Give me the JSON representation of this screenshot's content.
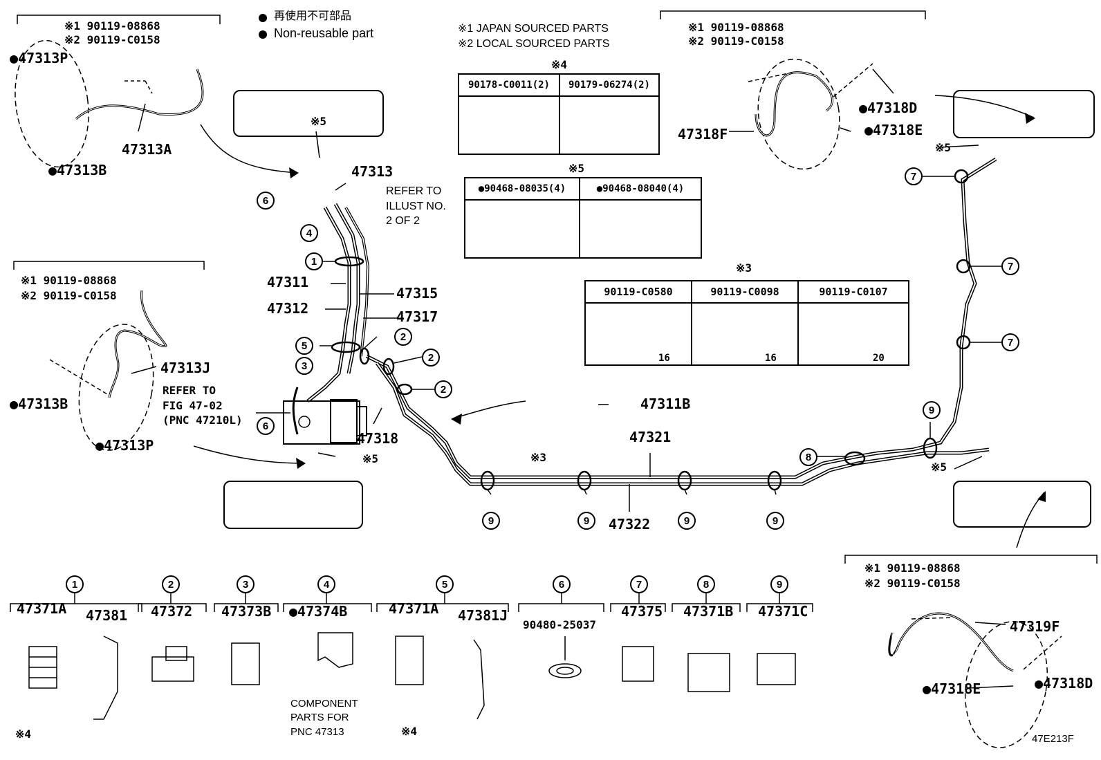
{
  "legend": {
    "non_reusable_jp": "再使用不可部品",
    "non_reusable_en": "Non-reusable part"
  },
  "source_notes": {
    "japan": "※1 JAPAN SOURCED PARTS",
    "local": "※2 LOCAL SOURCED PARTS"
  },
  "bolt_refs": {
    "j1": "※1 90119-08868",
    "l1": "※2 90119-C0158"
  },
  "markers": {
    "m3": "※3",
    "m4": "※4",
    "m5": "※5"
  },
  "table4": {
    "col1": "90178-C0011(2)",
    "col2": "90179-06274(2)"
  },
  "table5": {
    "col1": "●90468-08035(4)",
    "col2": "●90468-08040(4)"
  },
  "table3": {
    "col1": "90119-C0580",
    "col2": "90119-C0098",
    "col3": "90119-C0107",
    "dim1": "16",
    "dim2": "16",
    "dim3": "20"
  },
  "parts": {
    "p47313P": "●47313P",
    "p47313A": "47313A",
    "p47313B": "●47313B",
    "p47313": "47313",
    "p47313J": "47313J",
    "p47311": "47311",
    "p47312": "47312",
    "p47315": "47315",
    "p47317": "47317",
    "p47318": "47318",
    "p47311B": "47311B",
    "p47321": "47321",
    "p47322": "47322",
    "p47318D": "●47318D",
    "p47318E": "●47318E",
    "p47318F": "47318F",
    "p47319F": "47319F"
  },
  "refer_notes": {
    "illust": "REFER TO\nILLUST NO.\n2 OF 2",
    "fig": "REFER TO\nFIG 47-02\n(PNC 47210L)"
  },
  "callout_nums": [
    "1",
    "2",
    "3",
    "4",
    "5",
    "6",
    "7",
    "8",
    "9"
  ],
  "legend_items": [
    {
      "num": "1",
      "parts": [
        "47371A",
        "47381"
      ]
    },
    {
      "num": "2",
      "parts": [
        "47372"
      ]
    },
    {
      "num": "3",
      "parts": [
        "47373B"
      ]
    },
    {
      "num": "4",
      "parts": [
        "●47374B"
      ]
    },
    {
      "num": "5",
      "parts": [
        "47371A",
        "47381J"
      ]
    },
    {
      "num": "6",
      "parts": [
        "90480-25037"
      ]
    },
    {
      "num": "7",
      "parts": [
        "47375"
      ]
    },
    {
      "num": "8",
      "parts": [
        "47371B"
      ]
    },
    {
      "num": "9",
      "parts": [
        "47371C"
      ]
    }
  ],
  "component_note": "COMPONENT\nPARTS FOR\nPNC 47313",
  "diagram_id": "47E213F"
}
